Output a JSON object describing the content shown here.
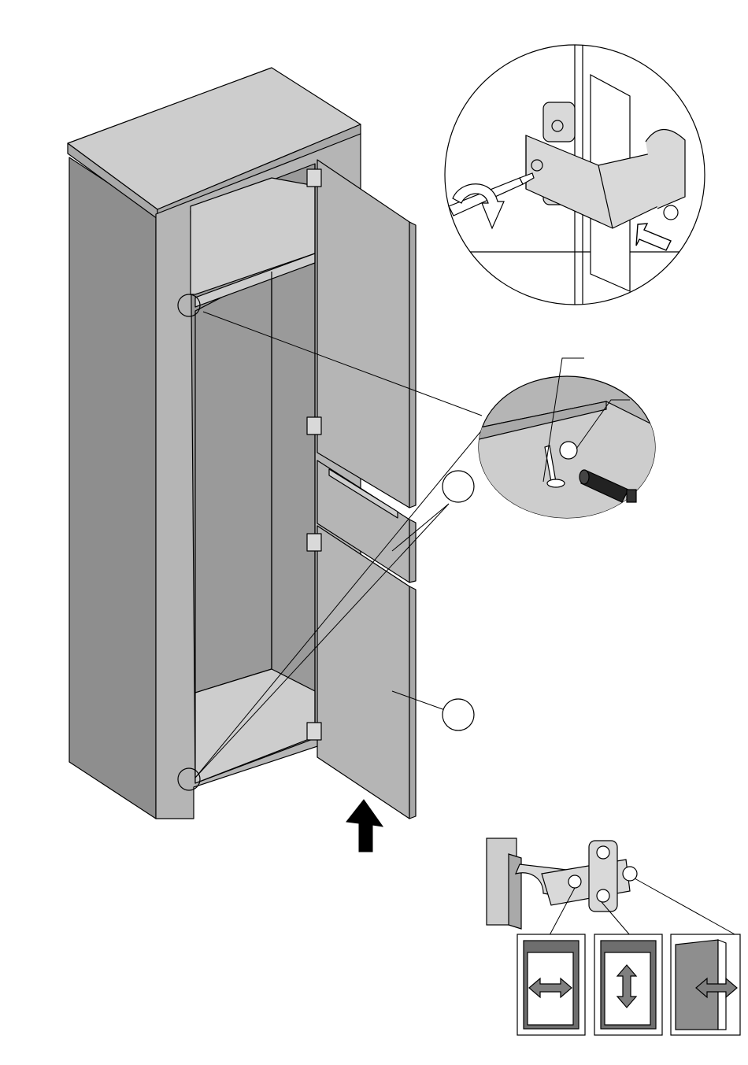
{
  "diagram": {
    "type": "assembly-instruction",
    "colors": {
      "panel": "#b5b5b5",
      "panel_light": "#cdcdcd",
      "panel_mid": "#a9a9a9",
      "panel_dark": "#8e8e8e",
      "interior": "#9a9a9a",
      "stroke": "#000000",
      "hinge_metal": "#d9d9d9",
      "arrow_fill": "#000000",
      "adjust_arrow": "#7f7f7f",
      "frame_dark": "#6e6e6e"
    },
    "icons": [
      "cabinet-drawing",
      "hinge-closeup-icon",
      "screwdriver-icon",
      "rotate-arrow-icon",
      "push-arrow-icon",
      "damper-closeup-icon",
      "screw-icon",
      "soft-close-damper-icon",
      "callout-circle-icon",
      "up-arrow-icon",
      "hinge-adjustment-icon",
      "horizontal-adjust-icon",
      "vertical-adjust-icon",
      "depth-adjust-icon"
    ],
    "callouts": [
      {
        "name": "callout-circle-upper",
        "label": ""
      },
      {
        "name": "callout-circle-lower",
        "label": ""
      }
    ],
    "adjustments": [
      {
        "name": "horizontal-adjust",
        "direction": "left-right"
      },
      {
        "name": "vertical-adjust",
        "direction": "up-down"
      },
      {
        "name": "depth-adjust",
        "direction": "in-out"
      }
    ]
  }
}
